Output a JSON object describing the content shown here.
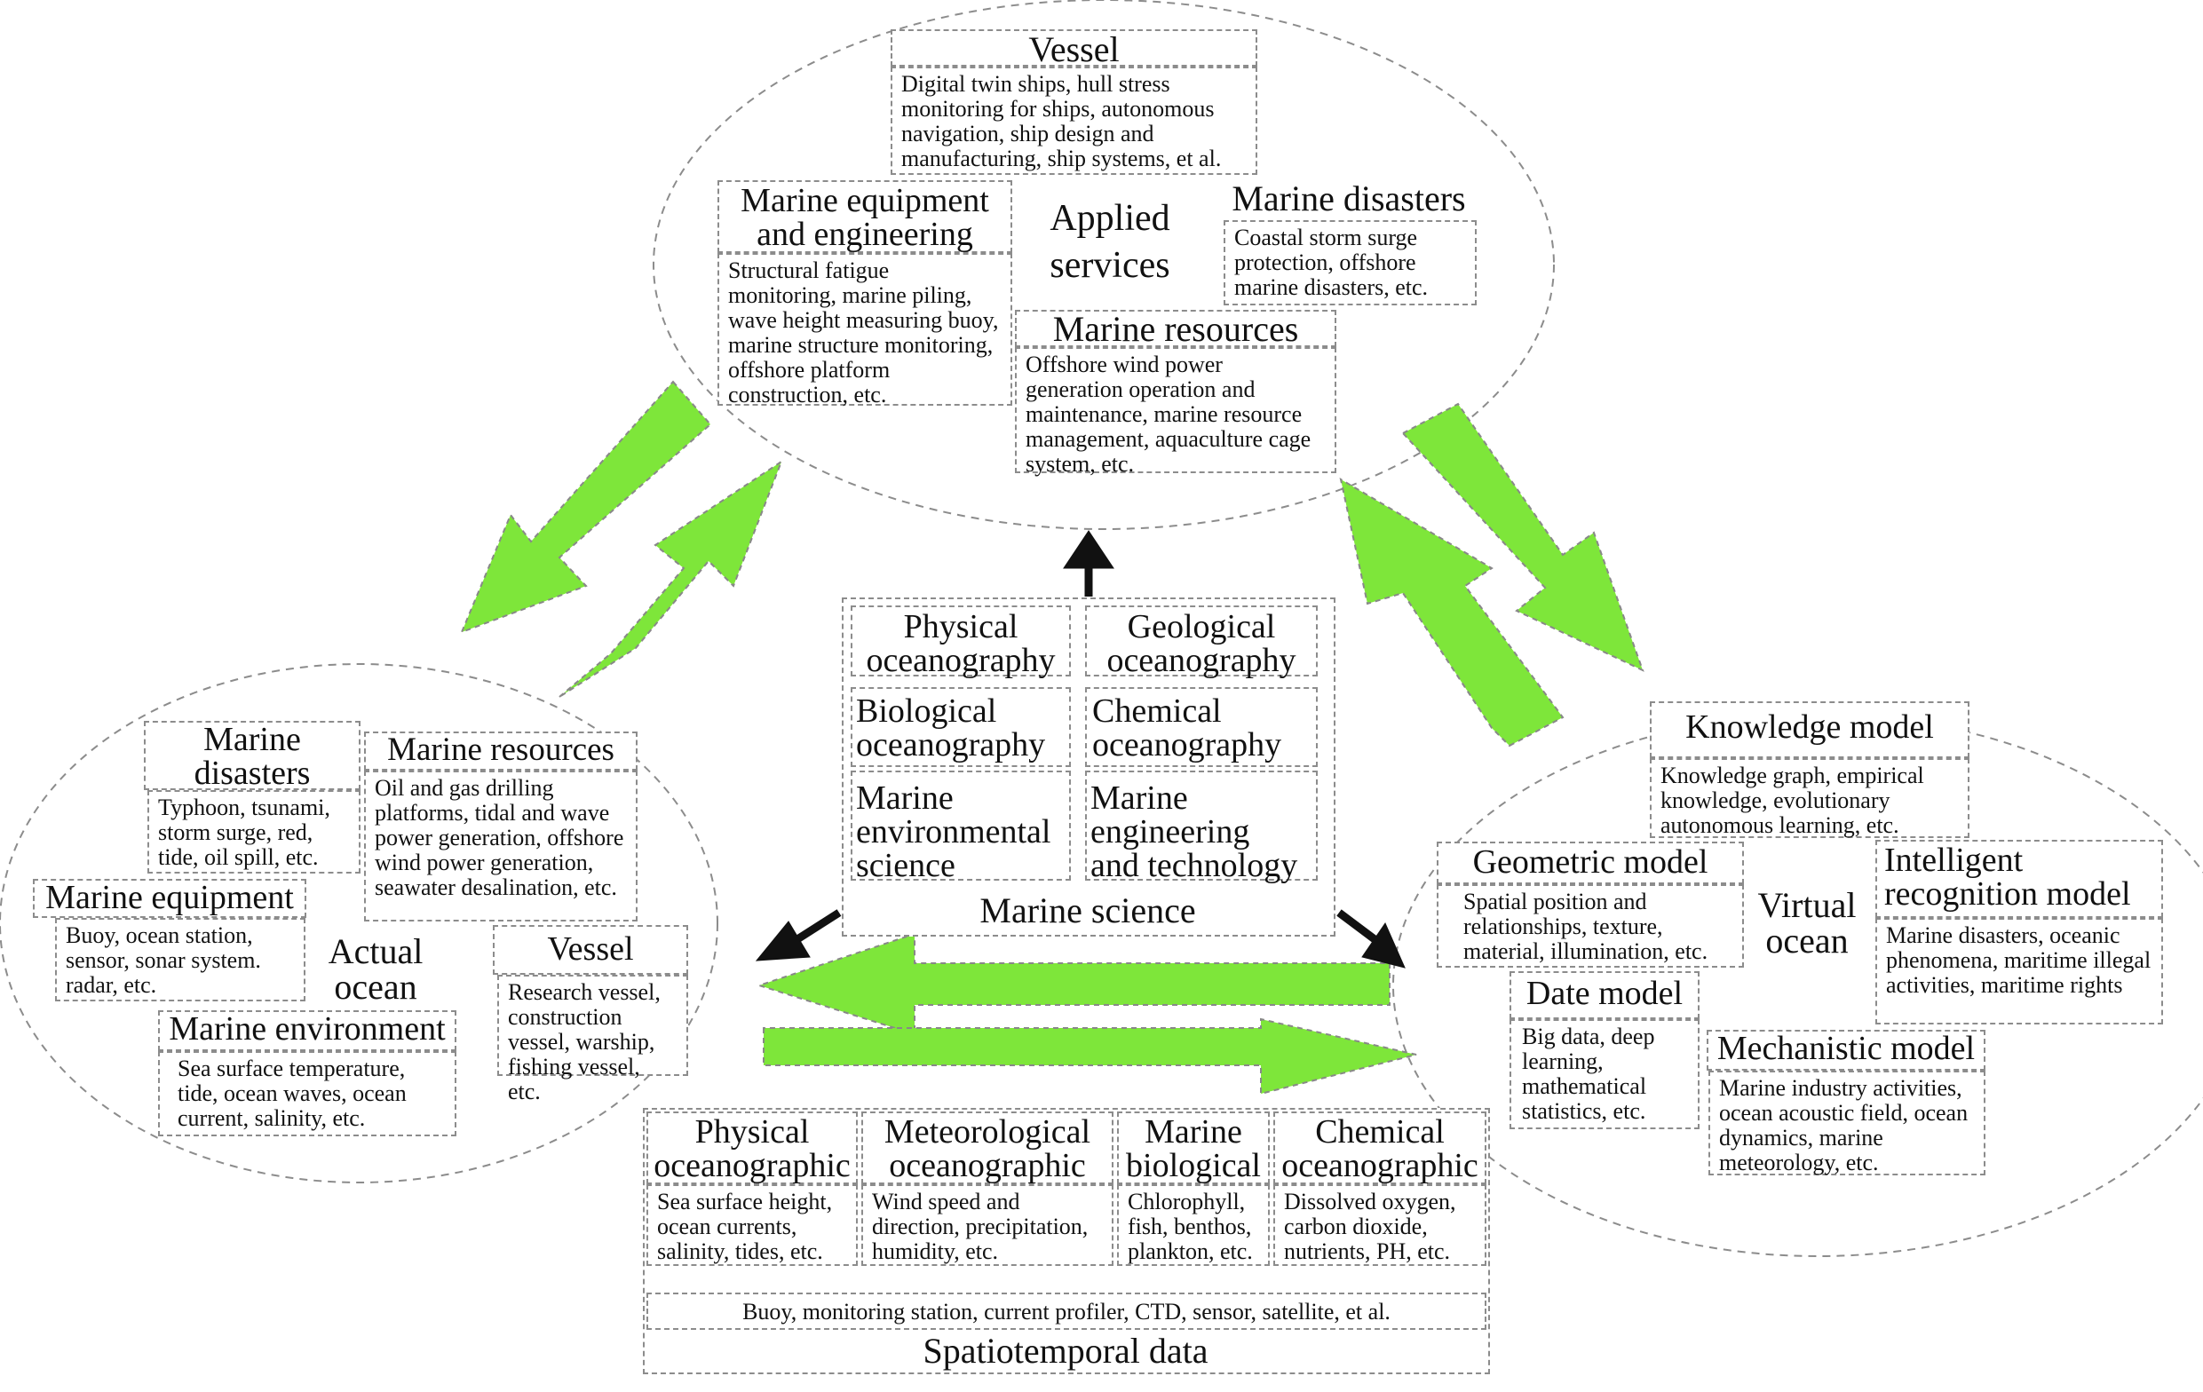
{
  "applied": {
    "title": "Applied\nservices",
    "vessel": {
      "title": "Vessel",
      "text": "Digital twin ships, hull stress monitoring for ships, autonomous navigation, ship design and manufacturing, ship systems, et al."
    },
    "equipment": {
      "title": "Marine equipment and engineering",
      "text": "Structural fatigue monitoring, marine piling, wave height measuring buoy, marine structure monitoring, offshore platform construction, etc."
    },
    "disasters": {
      "title": "Marine disasters",
      "text": "Coastal storm surge protection, offshore marine disasters, etc."
    },
    "resources": {
      "title": "Marine resources",
      "text": "Offshore wind power generation operation and maintenance, marine resource management, aquaculture cage system, etc."
    }
  },
  "actual": {
    "title": "Actual\nocean",
    "disasters": {
      "title": "Marine\ndisasters",
      "text": "Typhoon, tsunami, storm surge, red, tide, oil spill, etc."
    },
    "resources": {
      "title": "Marine resources",
      "text": "Oil and gas drilling platforms, tidal and wave power generation, offshore wind power generation, seawater desalination, etc."
    },
    "equipment": {
      "title": "Marine equipment",
      "text": "Buoy, ocean station, sensor, sonar system. radar, etc."
    },
    "vessel": {
      "title": "Vessel",
      "text": "Research vessel, construction vessel, warship, fishing vessel, etc."
    },
    "environment": {
      "title": "Marine environment",
      "text": "Sea surface temperature, tide, ocean waves, ocean current, salinity, etc."
    }
  },
  "virtual": {
    "title": "Virtual\nocean",
    "knowledge": {
      "title": "Knowledge model",
      "text": "Knowledge graph, empirical knowledge, evolutionary autonomous learning, etc."
    },
    "geometric": {
      "title": "Geometric model",
      "text": "Spatial position and relationships, texture, material, illumination, etc."
    },
    "intelligent": {
      "title": "Intelligent recognition model",
      "text": "Marine disasters, oceanic phenomena, maritime illegal activities, maritime rights"
    },
    "date": {
      "title": "Date model",
      "text": "Big data, deep learning, mathematical statistics, etc."
    },
    "mechanistic": {
      "title": "Mechanistic model",
      "text": "Marine industry activities, ocean acoustic field, ocean dynamics, marine meteorology, etc."
    }
  },
  "science": {
    "title": "Marine science",
    "physical": "Physical\noceanography",
    "geological": "Geological\noceanography",
    "biological": "Biological\noceanography",
    "chemical": "Chemical\noceanography",
    "environmental": "Marine\nenvironmental\nscience",
    "engineering": "Marine\nengineering\nand technology"
  },
  "spatiotemporal": {
    "title": "Spatiotemporal data",
    "sources": "Buoy, monitoring station, current profiler, CTD, sensor, satellite, et al.",
    "physical": {
      "title": "Physical\noceanographic",
      "text": "Sea surface height, ocean currents, salinity, tides, etc."
    },
    "meteorological": {
      "title": "Meteorological\noceanographic",
      "text": "Wind speed and direction, precipitation, humidity, etc."
    },
    "biological": {
      "title": "Marine\nbiological",
      "text": "Chlorophyll, fish, benthos, plankton, etc."
    },
    "chemical": {
      "title": "Chemical\noceanographic",
      "text": "Dissolved oxygen, carbon dioxide, nutrients, PH, etc."
    }
  },
  "colors": {
    "arrow_fill": "#7ee63a",
    "arrow_stroke": "#888888",
    "small_arrow": "#f2f21a"
  }
}
